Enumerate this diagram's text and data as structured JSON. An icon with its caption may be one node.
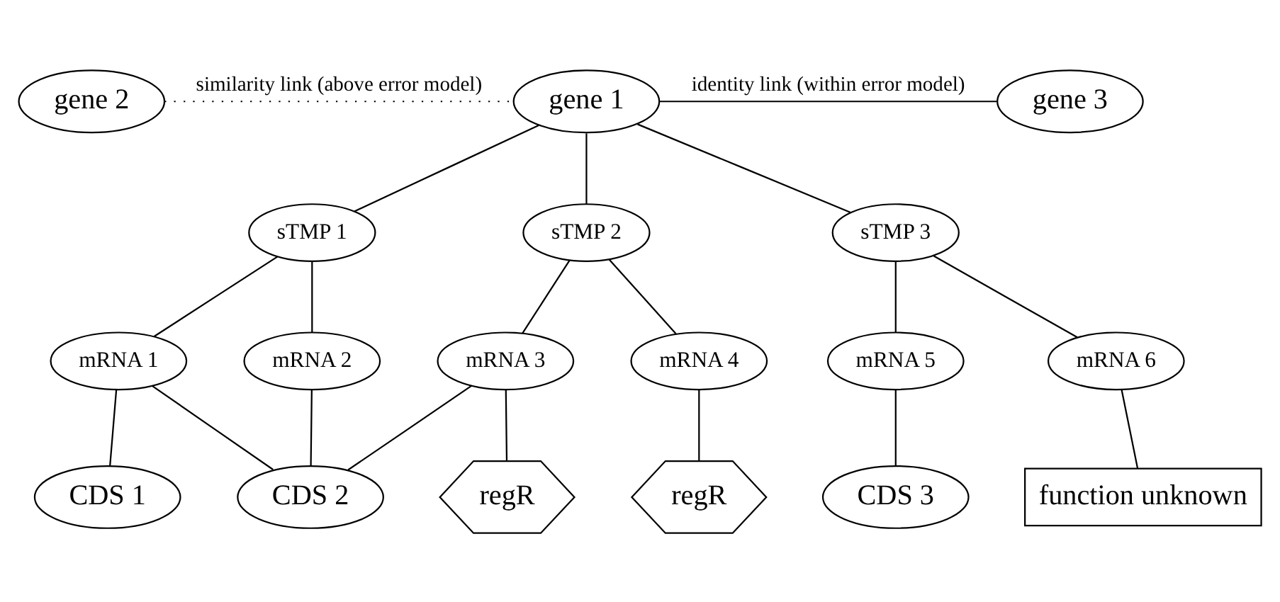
{
  "diagram": {
    "nodes": [
      {
        "text": [
          "gene 2"
        ]
      },
      {
        "text": [
          "gene 1"
        ]
      },
      {
        "text": [
          "gene 3"
        ]
      },
      {
        "text": [
          "sTMP 1"
        ]
      },
      {
        "text": [
          "sTMP 2"
        ]
      },
      {
        "text": [
          "sTMP 3"
        ]
      },
      {
        "text": [
          "mRNA 1"
        ]
      },
      {
        "text": [
          "mRNA 2"
        ]
      },
      {
        "text": [
          "mRNA 3"
        ]
      },
      {
        "text": [
          "mRNA 4"
        ]
      },
      {
        "text": [
          "mRNA 5"
        ]
      },
      {
        "text": [
          "mRNA 6"
        ]
      },
      {
        "text": [
          "CDS 1"
        ]
      },
      {
        "text": [
          "CDS 2"
        ]
      },
      {
        "text": [
          "regR"
        ]
      },
      {
        "text": [
          "regR"
        ]
      },
      {
        "text": [
          "CDS 3"
        ]
      },
      {
        "text": [
          "function unknown"
        ]
      }
    ],
    "edges": [
      {
        "from": 0,
        "to": 1,
        "arrow": "none",
        "label": "similarity link (above error model)",
        "style": "dashed"
      },
      {
        "from": 1,
        "to": 2,
        "arrow": "none",
        "label": "identity link (within error model)"
      },
      {
        "from": 1,
        "to": 3,
        "arrow": "none"
      },
      {
        "from": 1,
        "to": 4,
        "arrow": "none"
      },
      {
        "from": 1,
        "to": 5,
        "arrow": "none"
      },
      {
        "from": 3,
        "to": 6,
        "arrow": "none"
      },
      {
        "from": 3,
        "to": 7,
        "arrow": "none"
      },
      {
        "from": 4,
        "to": 8,
        "arrow": "none"
      },
      {
        "from": 4,
        "to": 9,
        "arrow": "none"
      },
      {
        "from": 5,
        "to": 10,
        "arrow": "none"
      },
      {
        "from": 5,
        "to": 11,
        "arrow": "none"
      },
      {
        "from": 6,
        "to": 12,
        "arrow": "none"
      },
      {
        "from": 6,
        "to": 13,
        "arrow": "none"
      },
      {
        "from": 7,
        "to": 13,
        "arrow": "none"
      },
      {
        "from": 8,
        "to": 13,
        "arrow": "none"
      },
      {
        "from": 8,
        "to": 14,
        "arrow": "none"
      },
      {
        "from": 9,
        "to": 15,
        "arrow": "none"
      },
      {
        "from": 10,
        "to": 16,
        "arrow": "none"
      },
      {
        "from": 11,
        "to": 17,
        "arrow": "none"
      }
    ]
  }
}
